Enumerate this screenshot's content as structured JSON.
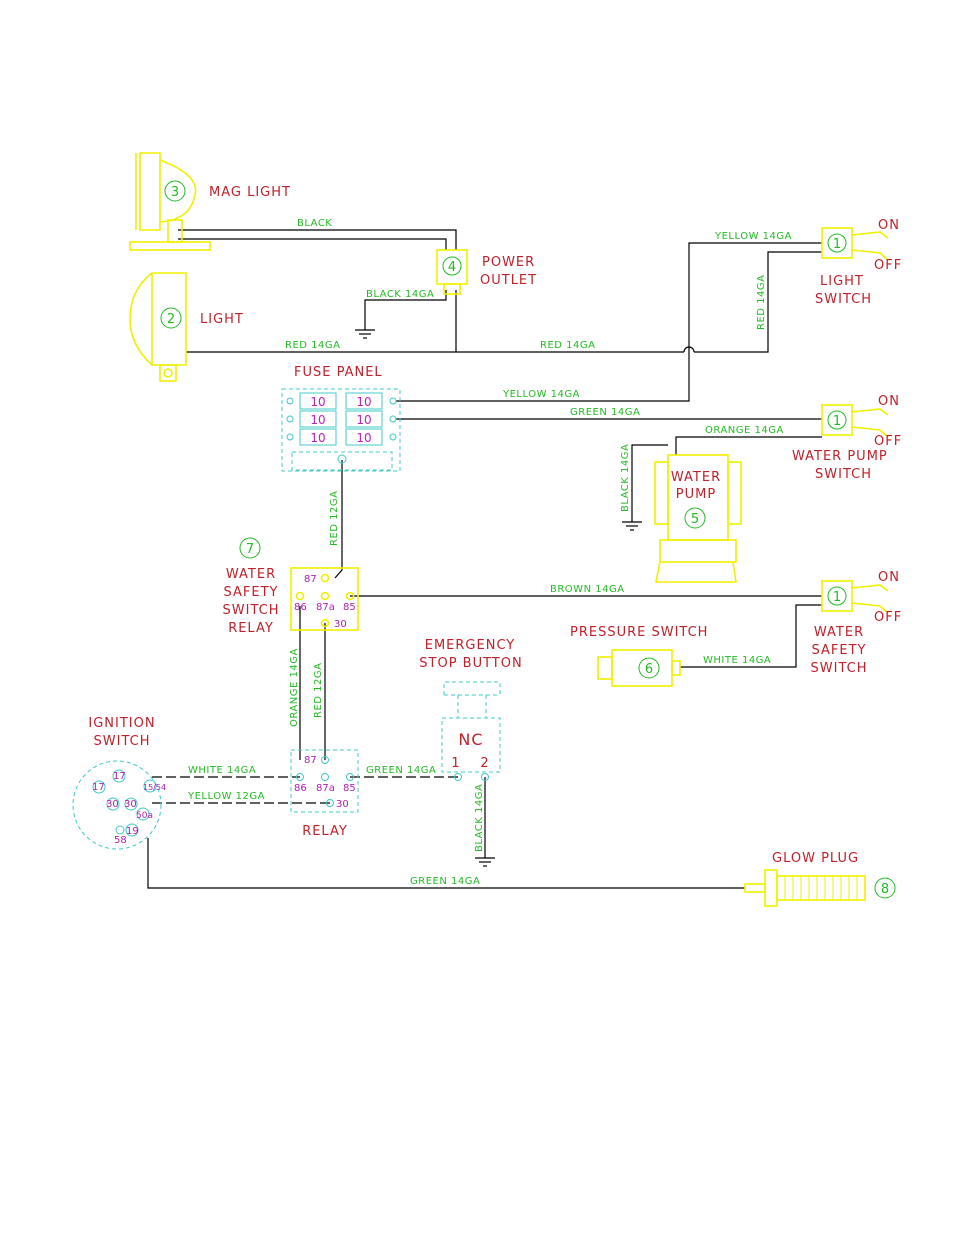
{
  "components": {
    "mag_light": {
      "number": "3",
      "label": "MAG LIGHT"
    },
    "light": {
      "number": "2",
      "label": "LIGHT"
    },
    "power_outlet": {
      "number": "4",
      "label_1": "POWER",
      "label_2": "OUTLET"
    },
    "light_switch": {
      "number": "1",
      "label_1": "LIGHT",
      "label_2": "SWITCH",
      "on": "ON",
      "off": "OFF"
    },
    "fuse_panel": {
      "label": "FUSE PANEL",
      "fuses": [
        "10",
        "10",
        "10",
        "10",
        "10",
        "10"
      ]
    },
    "water_pump_switch": {
      "number": "1",
      "label": "WATER PUMP",
      "label_2": "SWITCH",
      "on": "ON",
      "off": "OFF"
    },
    "water_pump": {
      "number": "5",
      "label_1": "WATER",
      "label_2": "PUMP"
    },
    "water_safety_switch_relay": {
      "number": "7",
      "label_1": "WATER",
      "label_2": "SAFETY",
      "label_3": "SWITCH",
      "label_4": "RELAY",
      "pins": {
        "p87": "87",
        "p86": "86",
        "p87a": "87a",
        "p85": "85",
        "p30": "30"
      }
    },
    "water_safety_switch": {
      "number": "1",
      "label_1": "WATER",
      "label_2": "SAFETY",
      "label_3": "SWITCH",
      "on": "ON",
      "off": "OFF"
    },
    "pressure_switch": {
      "number": "6",
      "label": "PRESSURE SWITCH"
    },
    "emergency_stop": {
      "label_1": "EMERGENCY",
      "label_2": "STOP BUTTON",
      "nc": "NC",
      "pin1": "1",
      "pin2": "2"
    },
    "ignition_switch": {
      "label_1": "IGNITION",
      "label_2": "SWITCH",
      "pins": {
        "p17a": "17",
        "p17b": "17",
        "p15_54": "15/54",
        "p30a": "30",
        "p30b": "30",
        "p50a": "50a",
        "p19": "19",
        "p58": "58"
      }
    },
    "relay": {
      "label": "RELAY",
      "pins": {
        "p87": "87",
        "p86": "86",
        "p87a": "87a",
        "p85": "85",
        "p30": "30"
      }
    },
    "glow_plug": {
      "number": "8",
      "label": "GLOW PLUG"
    }
  },
  "wires": {
    "black_top": "BLACK",
    "black_outlet": "BLACK 14GA",
    "red_light": "RED 14GA",
    "red_main": "RED 14GA",
    "yellow_light_switch": "YELLOW 14GA",
    "red_light_switch": "RED 14GA",
    "yellow_fuse": "YELLOW 14GA",
    "green_fuse": "GREEN 14GA",
    "orange_pump": "ORANGE 14GA",
    "black_pump": "BLACK 14GA",
    "red_relay": "RED 12GA",
    "brown": "BROWN 14GA",
    "white_pressure": "WHITE 14GA",
    "orange_relay": "ORANGE 14GA",
    "red_relay_2": "RED 12GA",
    "white_ignition": "WHITE 14GA",
    "yellow_ignition": "YELLOW 12GA",
    "green_relay": "GREEN 14GA",
    "black_stop": "BLACK 14GA",
    "green_glow": "GREEN 14GA"
  },
  "colors": {
    "label": "#c0202a",
    "wire_label": "#22bb22",
    "component": "#f0f000",
    "fuse_outline": "#40c8c8",
    "pin": "#b020b0"
  }
}
